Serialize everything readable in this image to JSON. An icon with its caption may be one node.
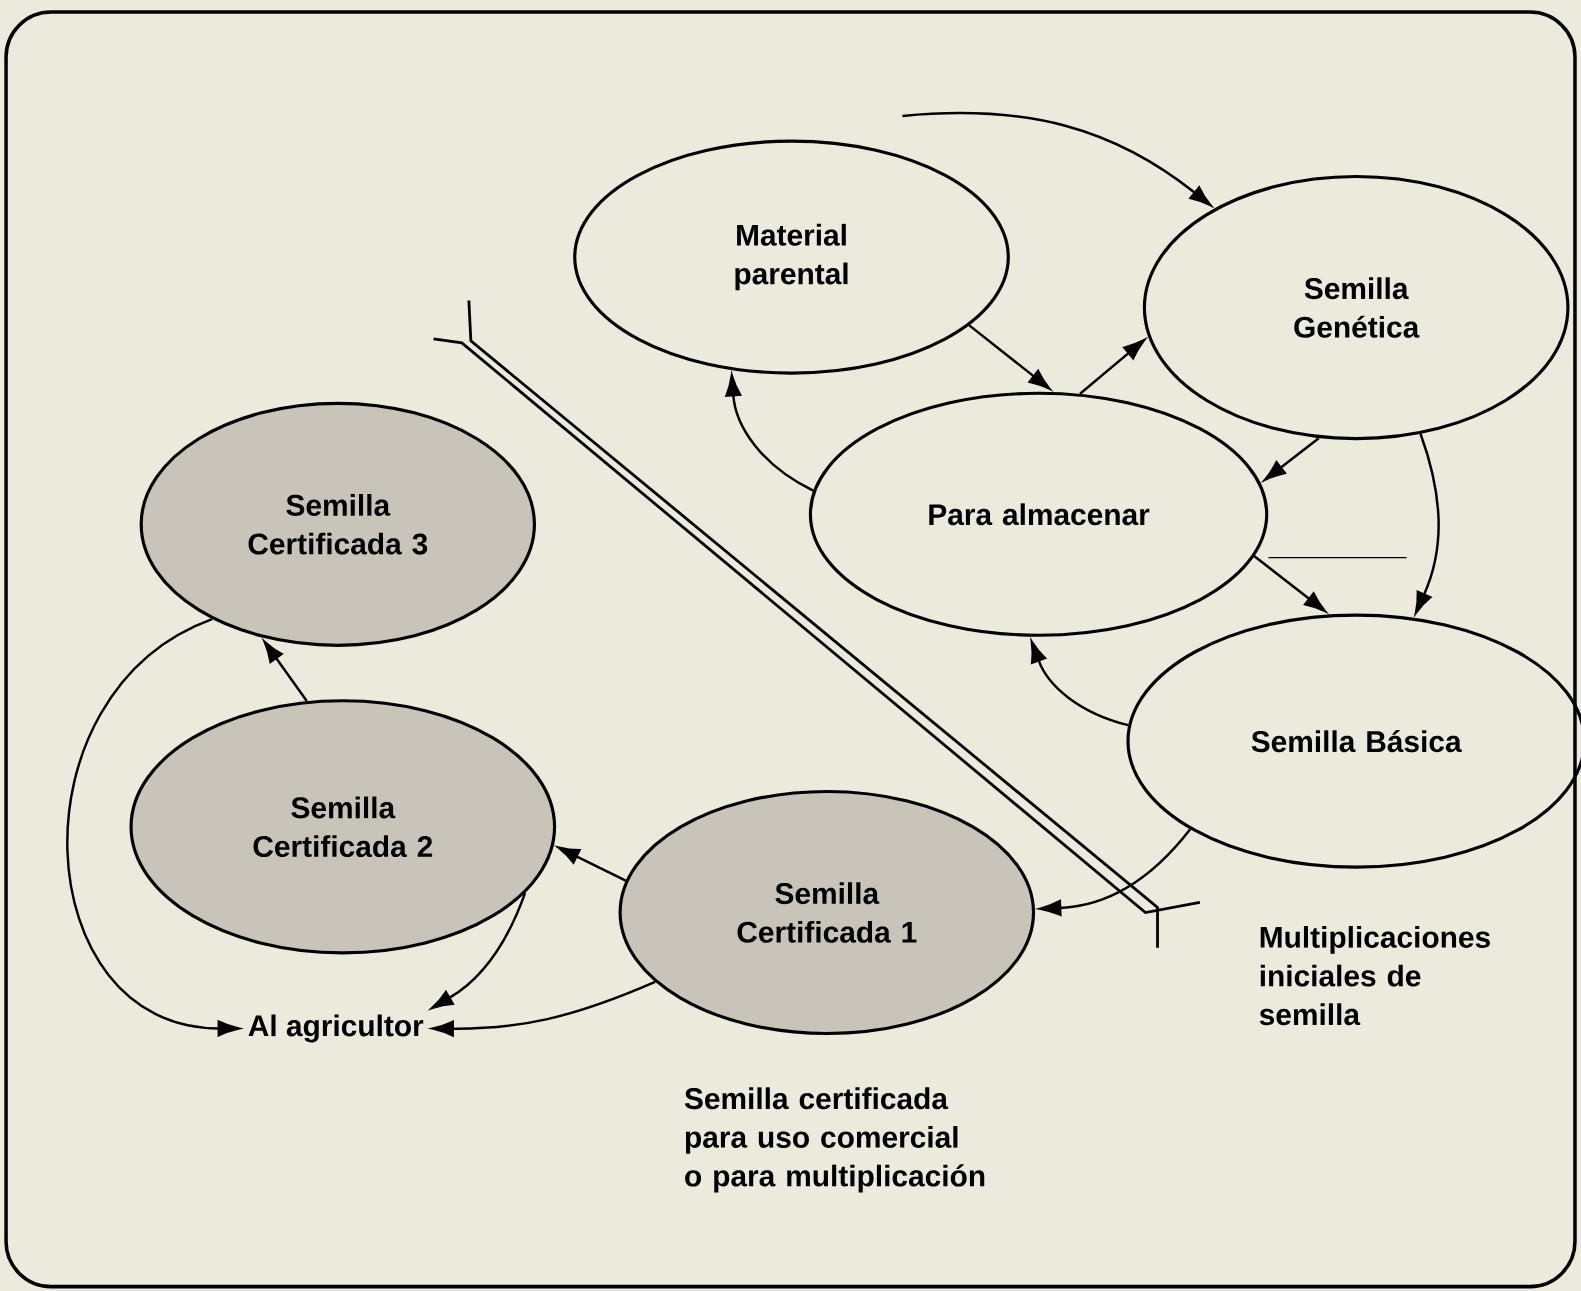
{
  "diagram": {
    "nodes": [
      {
        "text": [
          "Material parental"
        ]
      },
      {
        "text": [
          "Semilla Genética"
        ]
      },
      {
        "text": [
          "Para almacenar"
        ]
      },
      {
        "text": [
          "Semilla Certificada 3"
        ]
      },
      {
        "text": [
          "Semilla Básica"
        ]
      },
      {
        "text": [
          "Semilla Certificada 2"
        ]
      },
      {
        "text": [
          "Semilla Certificada 1"
        ]
      },
      {
        "text": [
          "Al agricultor"
        ]
      }
    ],
    "edges": [
      {
        "from": null,
        "to": 1,
        "arrow": "to"
      },
      {
        "from": 0,
        "to": 2,
        "arrow": "to"
      },
      {
        "from": 2,
        "to": 1,
        "arrow": "to"
      },
      {
        "from": 2,
        "to": 0,
        "arrow": "to"
      },
      {
        "from": 1,
        "to": 2,
        "arrow": "to"
      },
      {
        "from": 1,
        "to": 4,
        "arrow": "to"
      },
      {
        "from": 2,
        "to": 4,
        "arrow": "to"
      },
      {
        "from": 4,
        "to": 2,
        "arrow": "to"
      },
      {
        "from": 4,
        "to": 6,
        "arrow": "to"
      },
      {
        "from": 6,
        "to": 5,
        "arrow": "to"
      },
      {
        "from": 5,
        "to": 3,
        "arrow": "to"
      },
      {
        "from": 6,
        "to": 7,
        "arrow": "to"
      },
      {
        "from": 5,
        "to": 7,
        "arrow": "to"
      },
      {
        "from": 3,
        "to": 7,
        "arrow": "to"
      }
    ],
    "labels": [
      "Multiplicaciones iniciales de semilla",
      "Semilla certificada para uso comercial o para multiplicación"
    ]
  }
}
